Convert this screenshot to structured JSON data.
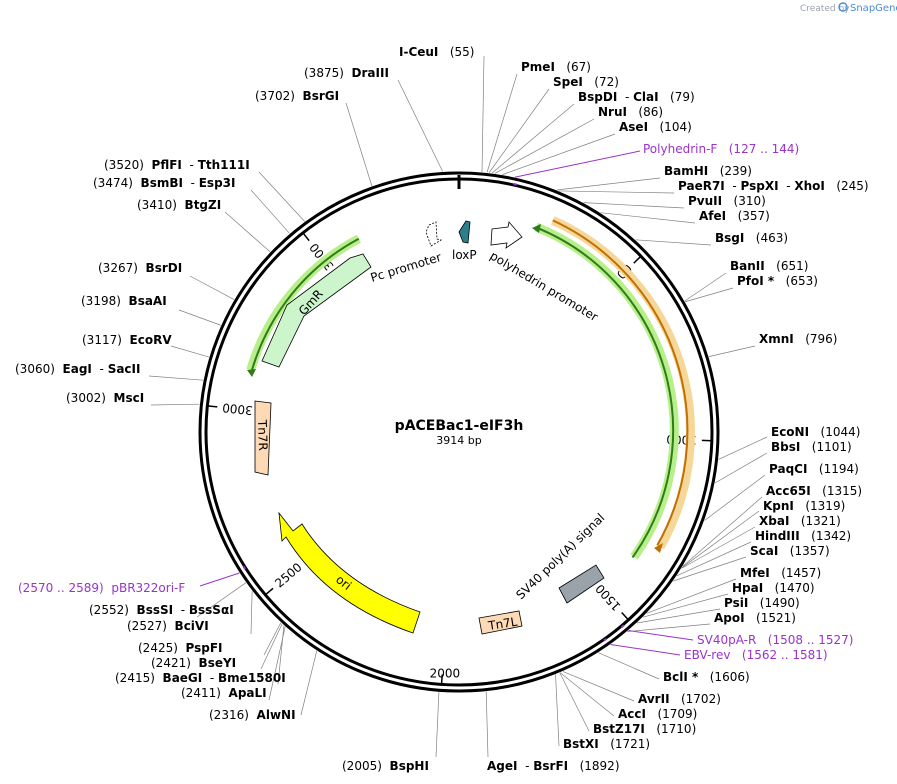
{
  "header": {
    "created_by": "Created by",
    "brand": "SnapGene"
  },
  "plasmid": {
    "name": "pACEBac1-eIF3h",
    "size": "3914 bp",
    "length": 3914
  },
  "ticks": [
    {
      "bp": 500,
      "label": "500"
    },
    {
      "bp": 1000,
      "label": "1000"
    },
    {
      "bp": 1500,
      "label": "1500"
    },
    {
      "bp": 2000,
      "label": "2000"
    },
    {
      "bp": 2500,
      "label": "2500"
    },
    {
      "bp": 3000,
      "label": "3000"
    },
    {
      "bp": 3500,
      "label": "3500"
    }
  ],
  "sites": [
    {
      "kind": "enzyme",
      "side": "R",
      "names": [
        "I-CeuI"
      ],
      "pos": "(55)",
      "bp": 55
    },
    {
      "kind": "enzyme",
      "side": "R",
      "names": [
        "PmeI"
      ],
      "pos": "(67)",
      "bp": 67
    },
    {
      "kind": "enzyme",
      "side": "R",
      "names": [
        "SpeI"
      ],
      "pos": "(72)",
      "bp": 72
    },
    {
      "kind": "enzyme",
      "side": "R",
      "names": [
        "BspDI",
        "ClaI"
      ],
      "pos": "(79)",
      "bp": 79
    },
    {
      "kind": "enzyme",
      "side": "R",
      "names": [
        "NruI"
      ],
      "pos": "(86)",
      "bp": 86
    },
    {
      "kind": "enzyme",
      "side": "R",
      "names": [
        "AseI"
      ],
      "pos": "(104)",
      "bp": 104
    },
    {
      "kind": "primer",
      "side": "R",
      "names": [
        "Polyhedrin-F"
      ],
      "pos": "(127 .. 144)",
      "bp": 135
    },
    {
      "kind": "enzyme",
      "side": "R",
      "names": [
        "BamHI"
      ],
      "pos": "(239)",
      "bp": 239
    },
    {
      "kind": "enzyme",
      "side": "R",
      "names": [
        "PaeR7I",
        "PspXI",
        "XhoI"
      ],
      "pos": "(245)",
      "bp": 245
    },
    {
      "kind": "enzyme",
      "side": "R",
      "names": [
        "PvuII"
      ],
      "pos": "(310)",
      "bp": 310
    },
    {
      "kind": "enzyme",
      "side": "R",
      "names": [
        "AfeI"
      ],
      "pos": "(357)",
      "bp": 357
    },
    {
      "kind": "enzyme",
      "side": "R",
      "names": [
        "BsgI"
      ],
      "pos": "(463)",
      "bp": 463
    },
    {
      "kind": "enzyme",
      "side": "R",
      "names": [
        "BanII"
      ],
      "pos": "(651)",
      "bp": 651
    },
    {
      "kind": "enzyme",
      "side": "R",
      "names": [
        "PfoI *"
      ],
      "pos": "(653)",
      "bp": 653
    },
    {
      "kind": "enzyme",
      "side": "R",
      "names": [
        "XmnI"
      ],
      "pos": "(796)",
      "bp": 796
    },
    {
      "kind": "enzyme",
      "side": "R",
      "names": [
        "EcoNI"
      ],
      "pos": "(1044)",
      "bp": 1044
    },
    {
      "kind": "enzyme",
      "side": "R",
      "names": [
        "BbsI"
      ],
      "pos": "(1101)",
      "bp": 1101
    },
    {
      "kind": "enzyme",
      "side": "R",
      "names": [
        "PaqCI"
      ],
      "pos": "(1194)",
      "bp": 1194
    },
    {
      "kind": "enzyme",
      "side": "R",
      "names": [
        "Acc65I"
      ],
      "pos": "(1315)",
      "bp": 1315
    },
    {
      "kind": "enzyme",
      "side": "R",
      "names": [
        "KpnI"
      ],
      "pos": "(1319)",
      "bp": 1319
    },
    {
      "kind": "enzyme",
      "side": "R",
      "names": [
        "XbaI"
      ],
      "pos": "(1321)",
      "bp": 1321
    },
    {
      "kind": "enzyme",
      "side": "R",
      "names": [
        "HindIII"
      ],
      "pos": "(1342)",
      "bp": 1342
    },
    {
      "kind": "enzyme",
      "side": "R",
      "names": [
        "ScaI"
      ],
      "pos": "(1357)",
      "bp": 1357
    },
    {
      "kind": "enzyme",
      "side": "R",
      "names": [
        "MfeI"
      ],
      "pos": "(1457)",
      "bp": 1457
    },
    {
      "kind": "enzyme",
      "side": "R",
      "names": [
        "HpaI"
      ],
      "pos": "(1470)",
      "bp": 1470
    },
    {
      "kind": "enzyme",
      "side": "R",
      "names": [
        "PsiI"
      ],
      "pos": "(1490)",
      "bp": 1490
    },
    {
      "kind": "enzyme",
      "side": "R",
      "names": [
        "ApoI"
      ],
      "pos": "(1521)",
      "bp": 1521
    },
    {
      "kind": "primer",
      "side": "R",
      "names": [
        "SV40pA-R"
      ],
      "pos": "(1508 .. 1527)",
      "bp": 1517
    },
    {
      "kind": "primer",
      "side": "R",
      "names": [
        "EBV-rev"
      ],
      "pos": "(1562 .. 1581)",
      "bp": 1571
    },
    {
      "kind": "enzyme",
      "side": "R",
      "names": [
        "BclI *"
      ],
      "pos": "(1606)",
      "bp": 1606
    },
    {
      "kind": "enzyme",
      "side": "R",
      "names": [
        "AvrII"
      ],
      "pos": "(1702)",
      "bp": 1702
    },
    {
      "kind": "enzyme",
      "side": "R",
      "names": [
        "AccI"
      ],
      "pos": "(1709)",
      "bp": 1709
    },
    {
      "kind": "enzyme",
      "side": "R",
      "names": [
        "BstZ17I"
      ],
      "pos": "(1710)",
      "bp": 1710
    },
    {
      "kind": "enzyme",
      "side": "R",
      "names": [
        "BstXI"
      ],
      "pos": "(1721)",
      "bp": 1721
    },
    {
      "kind": "enzyme",
      "side": "R",
      "names": [
        "AgeI",
        "BsrFI"
      ],
      "pos": "(1892)",
      "bp": 1892
    },
    {
      "kind": "enzyme",
      "side": "L",
      "names": [
        "BspHI"
      ],
      "pos": "(2005)",
      "bp": 2005
    },
    {
      "kind": "enzyme",
      "side": "L",
      "names": [
        "AlwNI"
      ],
      "pos": "(2316)",
      "bp": 2316
    },
    {
      "kind": "enzyme",
      "side": "L",
      "names": [
        "ApaLI"
      ],
      "pos": "(2411)",
      "bp": 2411
    },
    {
      "kind": "enzyme",
      "side": "L",
      "names": [
        "BaeGI",
        "Bme1580I"
      ],
      "pos": "(2415)",
      "bp": 2415
    },
    {
      "kind": "enzyme",
      "side": "L",
      "names": [
        "BseYI"
      ],
      "pos": "(2421)",
      "bp": 2421
    },
    {
      "kind": "enzyme",
      "side": "L",
      "names": [
        "PspFI"
      ],
      "pos": "(2425)",
      "bp": 2425
    },
    {
      "kind": "enzyme",
      "side": "L",
      "names": [
        "BciVI"
      ],
      "pos": "(2527)",
      "bp": 2527
    },
    {
      "kind": "enzyme",
      "side": "L",
      "names": [
        "BssSI",
        "BssSαI"
      ],
      "pos": "(2552)",
      "bp": 2552
    },
    {
      "kind": "primer",
      "side": "L",
      "names": [
        "pBR322ori-F"
      ],
      "pos": "(2570 .. 2589)",
      "bp": 2580
    },
    {
      "kind": "enzyme",
      "side": "L",
      "names": [
        "MscI"
      ],
      "pos": "(3002)",
      "bp": 3002
    },
    {
      "kind": "enzyme",
      "side": "L",
      "names": [
        "EagI",
        "SacII"
      ],
      "pos": "(3060)",
      "bp": 3060
    },
    {
      "kind": "enzyme",
      "side": "L",
      "names": [
        "EcoRV"
      ],
      "pos": "(3117)",
      "bp": 3117
    },
    {
      "kind": "enzyme",
      "side": "L",
      "names": [
        "BsaAI"
      ],
      "pos": "(3198)",
      "bp": 3198
    },
    {
      "kind": "enzyme",
      "side": "L",
      "names": [
        "BsrDI"
      ],
      "pos": "(3267)",
      "bp": 3267
    },
    {
      "kind": "enzyme",
      "side": "L",
      "names": [
        "BtgZI"
      ],
      "pos": "(3410)",
      "bp": 3410
    },
    {
      "kind": "enzyme",
      "side": "L",
      "names": [
        "BsmBI",
        "Esp3I"
      ],
      "pos": "(3474)",
      "bp": 3474
    },
    {
      "kind": "enzyme",
      "side": "L",
      "names": [
        "PflFI",
        "Tth111I"
      ],
      "pos": "(3520)",
      "bp": 3520
    },
    {
      "kind": "enzyme",
      "side": "L",
      "names": [
        "BsrGI"
      ],
      "pos": "(3702)",
      "bp": 3702
    },
    {
      "kind": "enzyme",
      "side": "L",
      "names": [
        "DraIII"
      ],
      "pos": "(3875)",
      "bp": 3875
    }
  ],
  "features": [
    {
      "label": "polyhedrin promoter"
    },
    {
      "label": "Pc promoter"
    },
    {
      "label": "loxP"
    },
    {
      "label": "GmR"
    },
    {
      "label": "Tn7R"
    },
    {
      "label": "ori"
    },
    {
      "label": "Tn7L"
    },
    {
      "label": "SV40 poly(A) signal"
    }
  ],
  "colors": {
    "backbone": "#000000",
    "gene_arc": "#2e7d1a",
    "gene_arc_glow": "#b8ef8a",
    "orange_arc": "#c07000",
    "orange_arc_glow": "#f6d79a",
    "gmR_fill": "#ccf5cc",
    "tn7_fill": "#fdd9b5",
    "ori_fill": "#ffff00",
    "sv40_fill": "#9aa3aa",
    "loxP_fill": "#2c7f8e",
    "primer": "#9933cc",
    "leader": "#808080"
  }
}
